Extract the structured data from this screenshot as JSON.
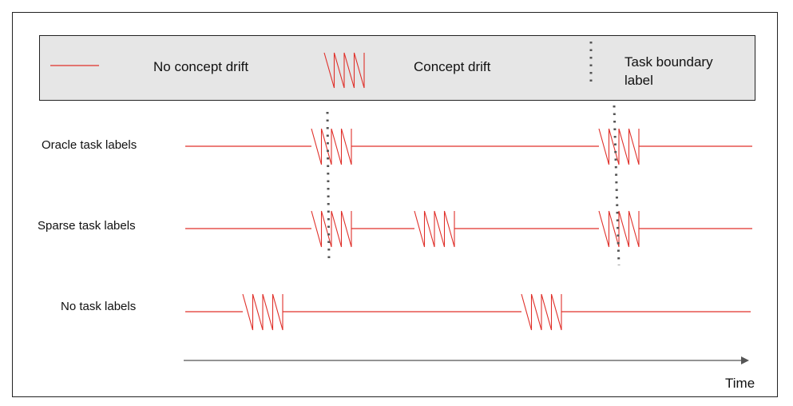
{
  "colors": {
    "drift": "#e0302a",
    "boundary": "#555555",
    "axis": "#555555",
    "legend_bg": "#e6e6e6"
  },
  "legend": {
    "no_drift": "No concept drift",
    "drift": "Concept drift",
    "boundary_line1": "Task boundary",
    "boundary_line2": "label"
  },
  "rows": [
    {
      "label": "Oracle task labels"
    },
    {
      "label": "Sparse task labels"
    },
    {
      "label": "No task labels"
    }
  ],
  "axis": {
    "label": "Time"
  }
}
